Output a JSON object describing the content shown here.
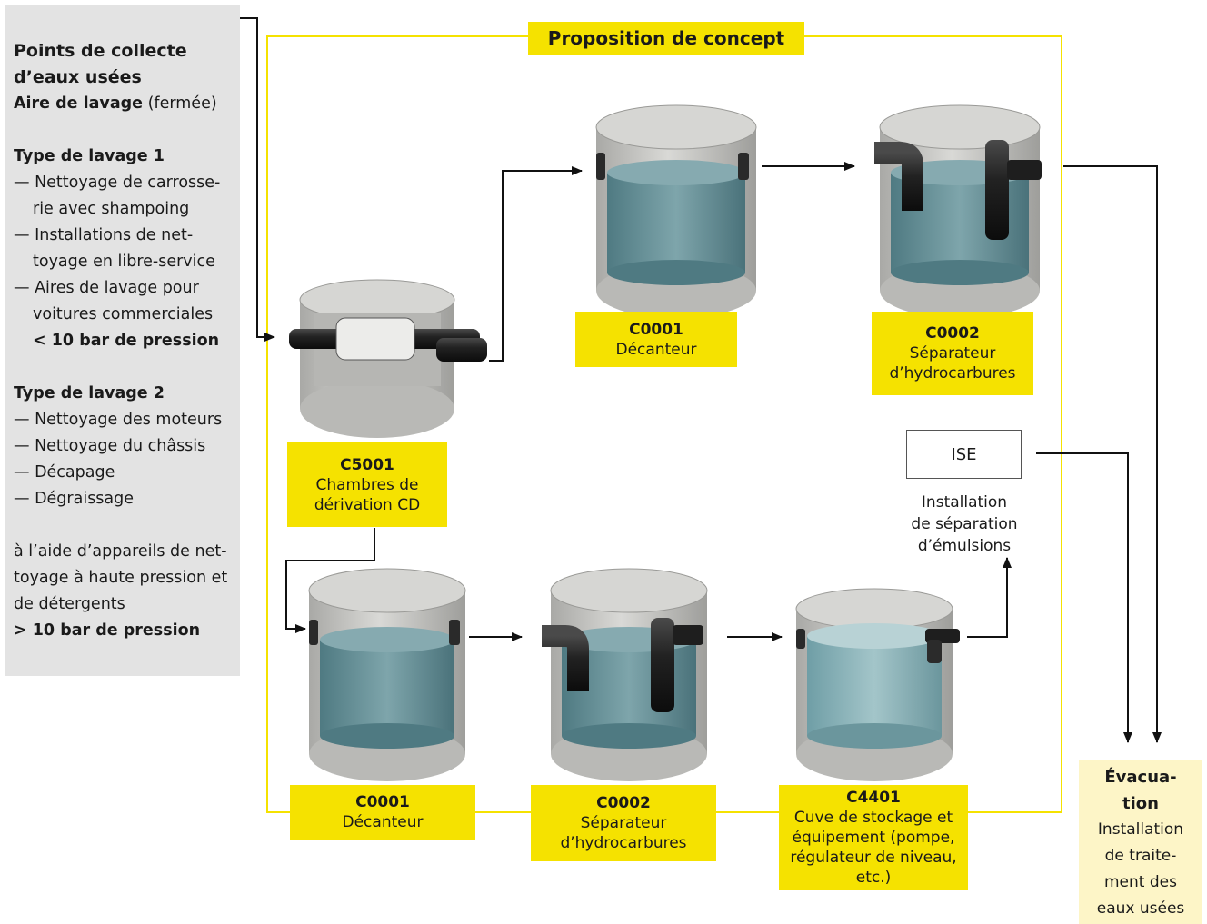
{
  "title": "Proposition de concept",
  "sidebar": {
    "heading1": "Points de collecte",
    "heading2": "d’eaux usées",
    "area_bold": "Aire de lavage",
    "area_rest": " (fermée)",
    "type1_title": "Type de lavage 1",
    "type1_items": [
      [
        "— Nettoyage de carrosse-",
        "rie avec shampoing"
      ],
      [
        "— Installations de net-",
        "toyage en libre-service"
      ],
      [
        "— Aires de lavage pour",
        "voitures commerciales"
      ]
    ],
    "type1_pressure": "< 10 bar de pression",
    "type2_title": "Type de lavage 2",
    "type2_items": [
      "— Nettoyage des moteurs",
      "— Nettoyage du châssis",
      "— Décapage",
      "— Dégraissage"
    ],
    "note_lines": [
      "à l’aide d’appareils de net-",
      "toyage à haute pression et",
      "de détergents"
    ],
    "type2_pressure": "> 10 bar de pression"
  },
  "units": {
    "c5001": {
      "code": "C5001",
      "lines": [
        "Chambres de",
        "dérivation CD"
      ]
    },
    "c0001_top": {
      "code": "C0001",
      "lines": [
        "Décanteur"
      ]
    },
    "c0002_top": {
      "code": "C0002",
      "lines": [
        "Séparateur",
        "d’hydrocarbures"
      ]
    },
    "c0001_bottom": {
      "code": "C0001",
      "lines": [
        "Décanteur"
      ]
    },
    "c0002_bottom": {
      "code": "C0002",
      "lines": [
        "Séparateur",
        "d’hydrocarbures"
      ]
    },
    "c4401": {
      "code": "C4401",
      "lines": [
        "Cuve de stockage et",
        "équipement (pompe,",
        "régulateur de niveau,",
        "etc.)"
      ]
    }
  },
  "ise": {
    "label": "ISE",
    "caption": [
      "Installation",
      "de séparation",
      "d’émulsions"
    ]
  },
  "evacuation": {
    "title": [
      "Évacua-",
      "tion"
    ],
    "lines": [
      "Installation",
      "de traite-",
      "ment des",
      "eaux usées"
    ]
  },
  "colors": {
    "accent": "#f5e200",
    "sidebar": "#e3e3e3",
    "evacuation": "#fdf5c7",
    "water": "#5f8d95",
    "concrete": "#c9c9c7",
    "pipe": "#1f1f1f"
  }
}
